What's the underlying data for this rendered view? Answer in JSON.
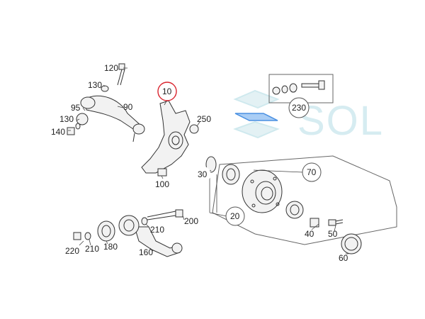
{
  "diagram": {
    "callouts": {
      "c10": "10",
      "c20": "20",
      "c30": "30",
      "c40": "40",
      "c50": "50",
      "c60": "60",
      "c70": "70",
      "c90": "90",
      "c95": "95",
      "c100": "100",
      "c120": "120",
      "c130a": "130",
      "c130b": "130",
      "c140": "140",
      "c160": "160",
      "c180": "180",
      "c200": "200",
      "c210a": "210",
      "c210b": "210",
      "c220": "220",
      "c230": "230",
      "c250": "250"
    },
    "highlighted_callout": "10",
    "highlight_color": "#d9232d"
  },
  "watermark": {
    "text": "SOL",
    "color_light": "#cfe9ee",
    "color_blue": "#4a90e2"
  }
}
